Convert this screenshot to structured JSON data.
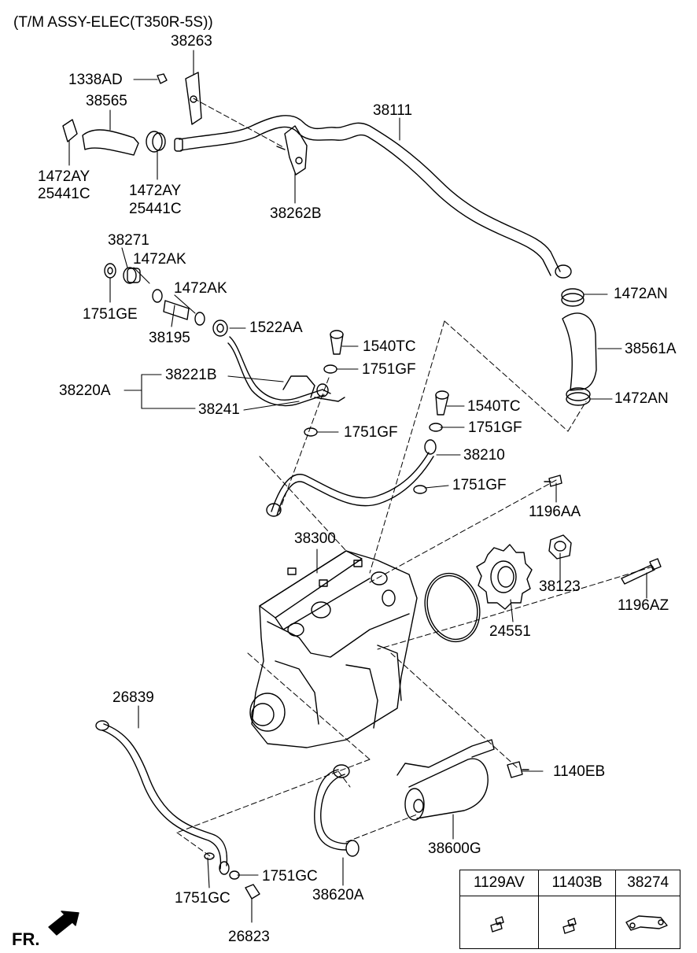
{
  "title": "(T/M ASSY-ELEC(T350R-5S))",
  "front_marker": "FR.",
  "labels": {
    "p38263": "38263",
    "p1338AD": "1338AD",
    "p38565": "38565",
    "p38111": "38111",
    "p1472AY_a": "1472AY",
    "p25441C_a": "25441C",
    "p1472AY_b": "1472AY",
    "p25441C_b": "25441C",
    "p38262B": "38262B",
    "p38271": "38271",
    "p1472AK_a": "1472AK",
    "p1472AK_b": "1472AK",
    "p1751GE": "1751GE",
    "p38195": "38195",
    "p1522AA": "1522AA",
    "p1540TC_a": "1540TC",
    "p1751GF_a": "1751GF",
    "p38221B": "38221B",
    "p38220A": "38220A",
    "p38241": "38241",
    "p1751GF_b": "1751GF",
    "p1540TC_b": "1540TC",
    "p1751GF_c": "1751GF",
    "p38210": "38210",
    "p1751GF_d": "1751GF",
    "p1472AN_a": "1472AN",
    "p38561A": "38561A",
    "p1472AN_b": "1472AN",
    "p1196AA": "1196AA",
    "p38300": "38300",
    "p38123": "38123",
    "p1196AZ": "1196AZ",
    "p24551": "24551",
    "p26839": "26839",
    "p1140EB": "1140EB",
    "p38600G": "38600G",
    "p1751GC_a": "1751GC",
    "p1751GC_b": "1751GC",
    "p38620A": "38620A",
    "p26823": "26823"
  },
  "parts_table": {
    "headers": [
      "1129AV",
      "11403B",
      "38274"
    ],
    "icons": [
      "bolt-icon",
      "bolt-icon",
      "bracket-icon"
    ]
  }
}
